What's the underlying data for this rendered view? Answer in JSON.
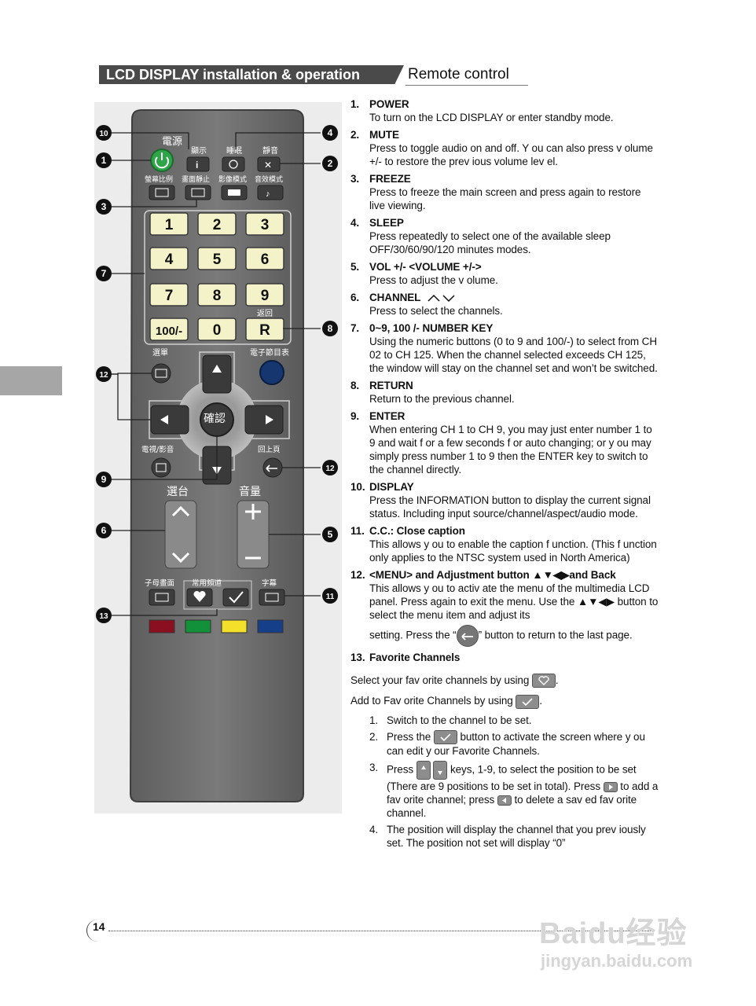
{
  "header": {
    "section": "LCD DISPLAY installation & operation",
    "subsection": "Remote control"
  },
  "remote": {
    "labels": {
      "power": "電源",
      "display": "顯示",
      "sleep": "睡眠",
      "mute": "靜音",
      "aspect": "螢幕比例",
      "freeze": "畫面靜止",
      "picture_mode": "影像模式",
      "sound_mode": "音效模式",
      "return": "返回",
      "menu": "選單",
      "epg": "電子節目表",
      "enter": "確認",
      "tv_av": "電視/影音",
      "back": "回上頁",
      "channel": "選台",
      "volume": "音量",
      "pip": "子母畫面",
      "favorite": "常用頻道",
      "caption": "字幕"
    },
    "keys": [
      "1",
      "2",
      "3",
      "4",
      "5",
      "6",
      "7",
      "8",
      "9",
      "100/-",
      "0",
      "R"
    ],
    "callouts": [
      "10",
      "4",
      "1",
      "2",
      "3",
      "7",
      "8",
      "12",
      "9",
      "12",
      "6",
      "5",
      "11",
      "13"
    ],
    "color_buttons": [
      "#8a1020",
      "#12913a",
      "#f2e02a",
      "#163f8a"
    ]
  },
  "items": [
    {
      "num": "1.",
      "title": "POWER",
      "desc": "To turn on the LCD DISPLAY  or enter standby  mode."
    },
    {
      "num": "2.",
      "title": "MUTE",
      "desc": "Press to toggle audio on and off. Y ou can also press v olume +/- to restore the prev ious volume lev el."
    },
    {
      "num": "3.",
      "title": "FREEZE",
      "desc": "Press to freeze the main screen and press  again to restore live viewing."
    },
    {
      "num": "4.",
      "title": "SLEEP",
      "desc": "Press  repeatedly  to select one of the available sleep OFF/30/60/90/120 minutes modes."
    },
    {
      "num": "5.",
      "title": "VOL +/- <VOLUME +/->",
      "desc": "Press to  adjust the v olume."
    },
    {
      "num": "6.",
      "title": "CHANNEL",
      "desc": "Press to select the channels."
    },
    {
      "num": "7.",
      "title": "0~9, 100 /- NUMBER KEY",
      "desc": "Using the numeric buttons (0 to 9 and 100/-) to select from CH 02 to CH 125. When the channel selected exceeds CH 125, the window will stay on the channel set and won’t be switched."
    },
    {
      "num": "8.",
      "title": "RETURN",
      "desc": "Return to the previous channel."
    },
    {
      "num": "9.",
      "title": "ENTER",
      "desc": "When entering CH 1 to CH 9, you may just enter number 1 to 9 and wait f or a few seconds f or auto changing;  or y ou may simply press number 1 to 9 then the ENTER key to switch to the channel directly."
    },
    {
      "num": "10.",
      "title": "DISPLAY",
      "desc": "Press the INFORMATION button to display the current signal status. Including input source/channel/aspect/audio mode."
    },
    {
      "num": "11.",
      "title": "C.C.: Close caption",
      "desc": "This allows y ou to enable the caption f unction. (This f unction only applies to the NTSC system used in North America)"
    },
    {
      "num": "12.",
      "title": "<MENU> and Adjustment button ▲▼◀▶and Back",
      "desc": "This allows y ou to activ ate the menu of the multimedia LCD panel. Press again to exit the menu. Use the ▲▼◀▶ button to select the menu item and adjust its",
      "desc2a": "setting. Press the “",
      "desc2b": "” button to return to the last page."
    },
    {
      "num": "13.",
      "title": "Favorite Channels"
    }
  ],
  "favorites": {
    "select_text": "Select your fav orite channels by  using",
    "add_text": "Add to Fav orite Channels by using",
    "steps": [
      {
        "n": "1.",
        "text": "Switch to the channel to be set."
      },
      {
        "n": "2.",
        "a": "Press the",
        "b": "button to activate the screen where y ou can edit y our Favorite Channels."
      },
      {
        "n": "3.",
        "a": "Press",
        "b": "keys,  1-9, to select the position to be set (There are 9 positions to be set in total). Press",
        "c": "to add a fav orite channel; press",
        "d": "to delete a sav ed fav orite channel."
      },
      {
        "n": "4.",
        "text": "The position will display the channel that you prev iously set. The position not set will display  “0”"
      }
    ]
  },
  "footer": {
    "page": "14"
  },
  "watermark": {
    "brand": "Baidu经验",
    "url": "jingyan.baidu.com"
  }
}
